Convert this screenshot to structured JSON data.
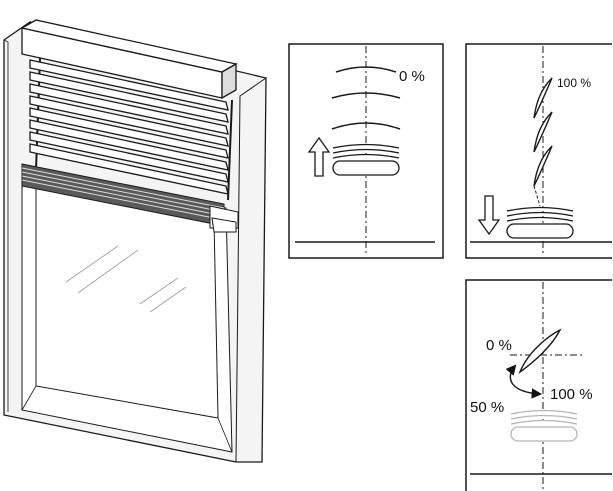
{
  "panels": {
    "top_left": {
      "label": "0 %"
    },
    "top_right": {
      "label": "100 %"
    },
    "bottom": {
      "label_top": "0 %",
      "label_left": "50 %",
      "label_right": "100 %"
    }
  },
  "colors": {
    "line": "#1a1a1a",
    "frame_fill": "#f4f4f4",
    "faded": "#b5b5b5"
  }
}
